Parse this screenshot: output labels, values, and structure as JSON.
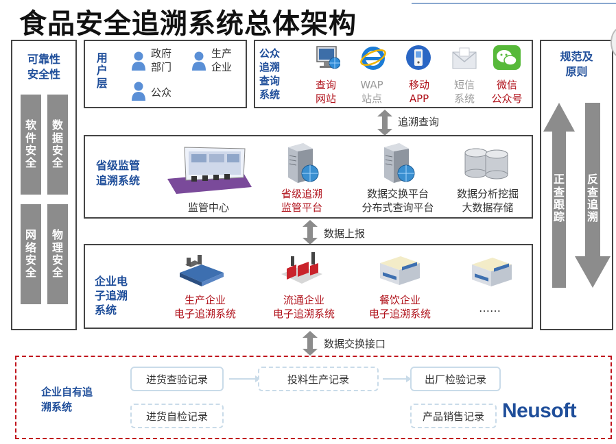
{
  "title": "食品安全追溯系统总体架构",
  "left_panel": {
    "heading": "可靠性安全性",
    "heading_line1": "可靠性",
    "heading_line2": "安全性",
    "items": [
      "软件安全",
      "数据安全",
      "网络安全",
      "物理安全"
    ]
  },
  "right_panel": {
    "heading_line1": "规范及",
    "heading_line2": "原则",
    "arrow_up_label": "正查跟踪",
    "arrow_down_label": "反查追溯"
  },
  "user_layer": {
    "label": "用户层",
    "users": [
      "政府部门",
      "生产企业",
      "公众"
    ],
    "users_split": [
      [
        "政府",
        "部门"
      ],
      [
        "生产",
        "企业"
      ],
      [
        "公众"
      ]
    ]
  },
  "public_query": {
    "label": "公众追溯查询系统",
    "channels": [
      {
        "line1": "查询",
        "line2": "网站",
        "icon": "monitor-globe-icon"
      },
      {
        "line1": "WAP",
        "line2": "站点",
        "icon": "ie-icon"
      },
      {
        "line1": "移动",
        "line2": "APP",
        "icon": "phone-icon"
      },
      {
        "line1": "短信",
        "line2": "系统",
        "icon": "envelope-icon"
      },
      {
        "line1": "微信",
        "line2": "公众号",
        "icon": "wechat-icon"
      }
    ]
  },
  "arrows": {
    "trace_query": "追溯查询",
    "data_report": "数据上报",
    "data_exchange": "数据交换接口"
  },
  "provincial": {
    "label": "省级监管追溯系统",
    "label_line1": "省级监管",
    "label_line2": "追溯系统",
    "items": [
      {
        "line1": "监管中心",
        "line2": "",
        "color": "dark"
      },
      {
        "line1": "省级追溯",
        "line2": "监管平台",
        "color": "red"
      },
      {
        "line1": "数据交换平台",
        "line2": "分布式查询平台",
        "color": "dark"
      },
      {
        "line1": "数据分析挖掘",
        "line2": "大数据存储",
        "color": "dark"
      }
    ]
  },
  "enterprise": {
    "label": "企业电子追溯系统",
    "label_lines": [
      "企业电",
      "子追溯",
      "系统"
    ],
    "items": [
      {
        "line1": "生产企业",
        "line2": "电子追溯系统"
      },
      {
        "line1": "流通企业",
        "line2": "电子追溯系统"
      },
      {
        "line1": "餐饮企业",
        "line2": "电子追溯系统"
      }
    ],
    "ellipsis": "……"
  },
  "own_system": {
    "label_line1": "企业自有追",
    "label_line2": "溯系统",
    "records": [
      "进货查验记录",
      "投料生产记录",
      "出厂检验记录",
      "进货自检记录",
      "产品销售记录"
    ]
  },
  "brand": "Neusoft",
  "colors": {
    "accent_blue": "#1f4e9a",
    "accent_red": "#b0121b",
    "border_dark": "#444444",
    "panel_gray": "#8c8c8c",
    "dashed_red": "#c0141c",
    "box_light_blue": "#c9dbe9"
  }
}
